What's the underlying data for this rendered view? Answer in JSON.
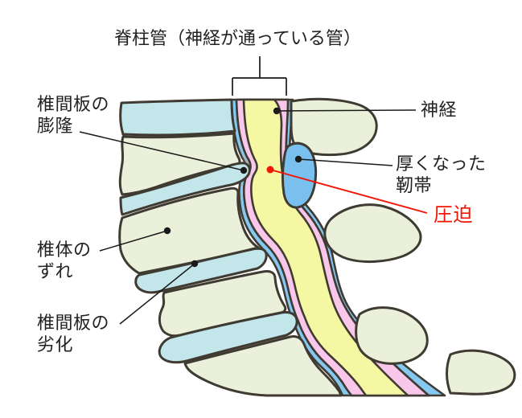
{
  "title": "脊柱管（神経が通っている管）",
  "labels": {
    "bulge": "椎間板の\n膨隆",
    "nerve": "神経",
    "thick_ligament": "厚くなった\n靭帯",
    "compression": "圧迫",
    "vertebra_slip": "椎体の\nずれ",
    "disc_degeneration": "椎間板の\n劣化"
  },
  "colors": {
    "outline": "#3f3a32",
    "vertebra": "#eaf0d9",
    "disc": "#c3e6ea",
    "canal_blue": "#85c9f1",
    "ligament_blue": "#79c0ef",
    "canal_pink": "#f9c7e9",
    "canal_yellow": "#f5f7a3",
    "leader_line": "#1a1a1a",
    "red": "#f21505",
    "background": "#ffffff"
  }
}
